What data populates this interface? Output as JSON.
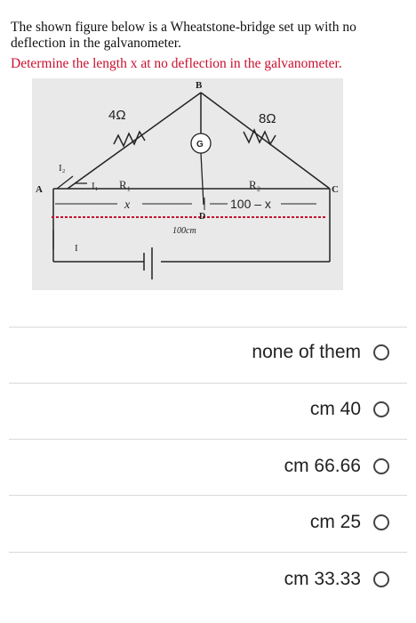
{
  "question": {
    "text_line1": "The shown figure below is a Wheatstone-bridge set up with no deflection in the galvanometer.",
    "text_line2": "Determine the length x at no deflection in the galvanometer."
  },
  "figure": {
    "node_b": "B",
    "node_a": "A",
    "node_c": "C",
    "node_d": "D",
    "resistor_left": "4Ω",
    "resistor_right": "8Ω",
    "galvanometer": "G",
    "r1_label": "R₁",
    "r2_label": "R₂",
    "current_i1": "I₁",
    "current_i2": "I₂",
    "current_i": "I",
    "length_left": "x",
    "length_right": "100 – x",
    "wire_length": "100cm"
  },
  "options": [
    {
      "label": "none of them"
    },
    {
      "label": "cm 40"
    },
    {
      "label": "cm 66.66"
    },
    {
      "label": "cm 25"
    },
    {
      "label": "cm 33.33"
    }
  ]
}
